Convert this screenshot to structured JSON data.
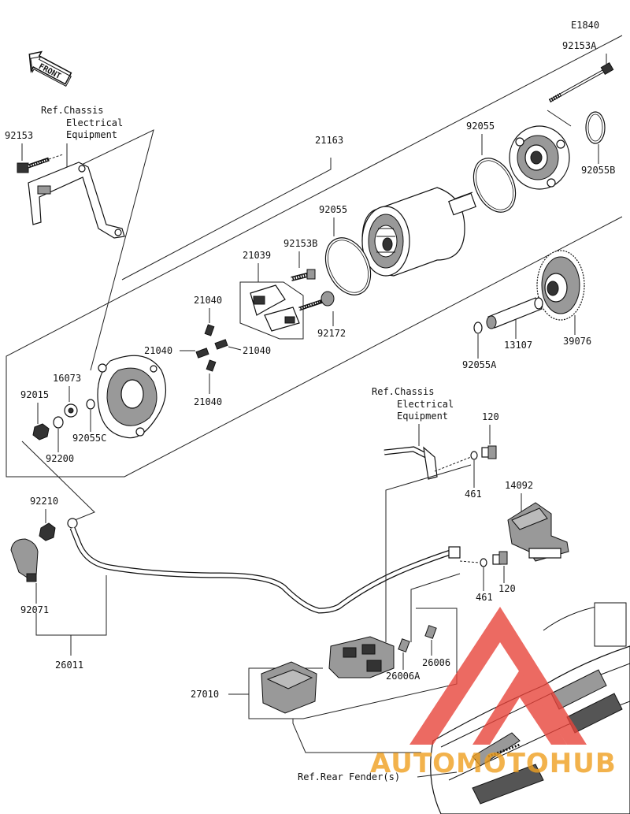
{
  "diagram_code": "E1840",
  "front_label": "FRONT",
  "labels": {
    "p92153A": "92153A",
    "p92055_top": "92055",
    "p92055B": "92055B",
    "p21163": "21163",
    "p92055_mid": "92055",
    "p21039": "21039",
    "p92153B": "92153B",
    "p92172": "92172",
    "p21040_a": "21040",
    "p21040_b": "21040",
    "p21040_c": "21040",
    "p21040_d": "21040",
    "p13107": "13107",
    "p39076": "39076",
    "p92055A": "92055A",
    "p92153": "92153",
    "p16073": "16073",
    "p92015": "92015",
    "p92200": "92200",
    "p92055C": "92055C",
    "p120_a": "120",
    "p120_b": "120",
    "p461_a": "461",
    "p461_b": "461",
    "p14092": "14092",
    "p92210": "92210",
    "p92071": "92071",
    "p26011": "26011",
    "p26006": "26006",
    "p26006A": "26006A",
    "p27010": "27010"
  },
  "refs": {
    "chassis_1": [
      "Ref.Chassis",
      "Electrical",
      "Equipment"
    ],
    "chassis_2": [
      "Ref.Chassis",
      "Electrical",
      "Equipment"
    ],
    "rear_fender": "Ref.Rear Fender(s)"
  },
  "watermark": "AUTOMOTOHUB",
  "colors": {
    "watermark_red": "#e8453c",
    "watermark_orange": "#f0a020"
  }
}
